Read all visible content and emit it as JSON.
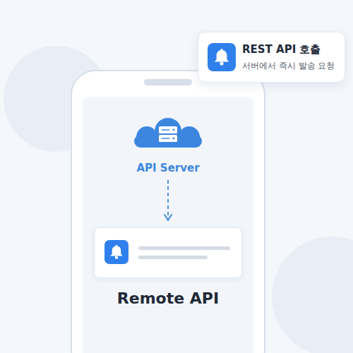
{
  "diagram": {
    "nodes": [
      {
        "text": [
          "REST API 호출",
          "서버에서 즉시 발송 요청"
        ]
      },
      {
        "text": [
          "API Server"
        ]
      },
      {
        "text": [
          "Remote API"
        ]
      }
    ],
    "edges": [
      {
        "from": 1,
        "to": 2,
        "arrow": "to"
      }
    ]
  }
}
